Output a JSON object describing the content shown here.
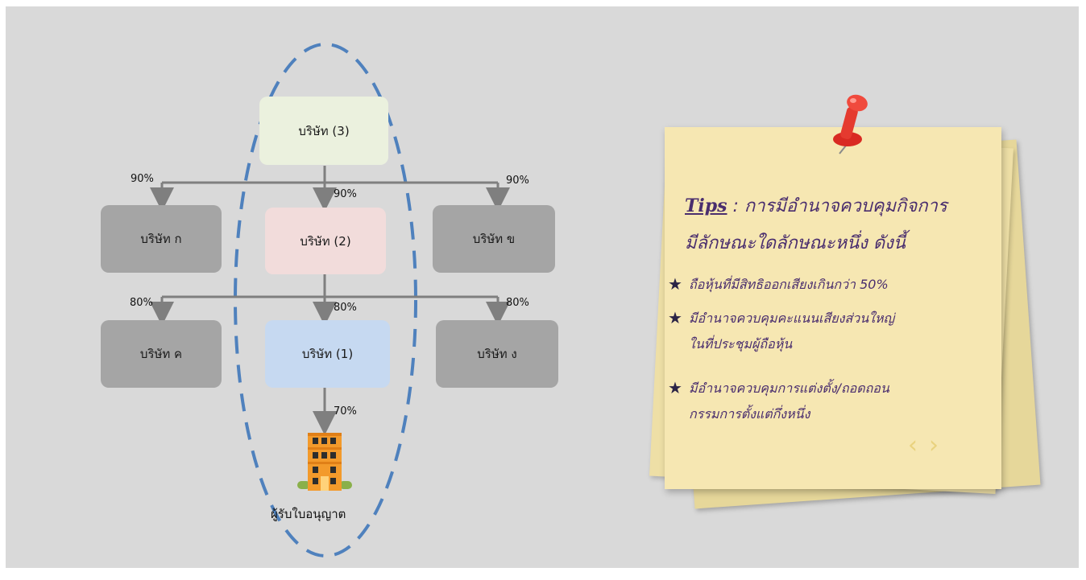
{
  "chart": {
    "company3": "บริษัท (3)",
    "company2": "บริษัท (2)",
    "company1": "บริษัท (1)",
    "company_ko": "บริษัท ก",
    "company_kho": "บริษัท ข",
    "company_kho2": "บริษัท ค",
    "company_ngo": "บริษัท ง",
    "pct_row1_left": "90%",
    "pct_row1_mid": "90%",
    "pct_row1_right": "90%",
    "pct_row2_left": "80%",
    "pct_row2_mid": "80%",
    "pct_row2_right": "80%",
    "pct_license": "70%",
    "licensee": "ผู้รับใบอนุญาต",
    "colors": {
      "company3": "#ebf1de",
      "company2": "#f2dcdb",
      "company1": "#c6d9f1",
      "gray_box": "#a5a5a5",
      "dashed_ellipse": "#4f81bd",
      "arrow": "#7f7f7f"
    }
  },
  "note": {
    "tips_word": "Tips",
    "title_rest": " : การมีอำนาจควบคุมกิจการ",
    "title_line2": "มีลักษณะใดลักษณะหนึ่ง ดังนี้",
    "star_icon": "★",
    "bullets": [
      "ถือหุ้นที่มีสิทธิออกเสียงเกินกว่า 50%",
      "มีอำนาจควบคุมคะแนนเสียงส่วนใหญ่\nในที่ประชุมผู้ถือหุ้น",
      "มีอำนาจควบคุมการแต่งตั้ง/ถอดถอน\nกรรมการตั้งแต่กึ่งหนึ่ง"
    ],
    "nav_prev": "‹",
    "nav_next": "›",
    "colors": {
      "text": "#4a2e6e",
      "paper": "#f6e7b2",
      "pin": "#e53a2f"
    }
  }
}
